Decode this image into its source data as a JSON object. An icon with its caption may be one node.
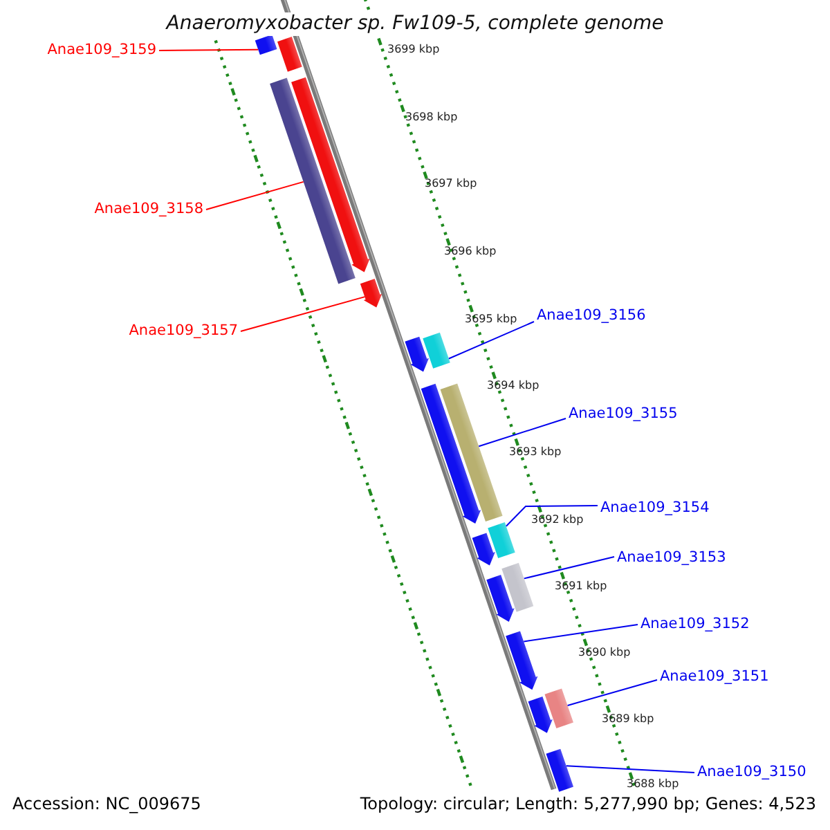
{
  "diagram": {
    "title": "Anaeromyxobacter sp. Fw109-5, complete genome",
    "nodes": [
      {
        "text": [
          "Anae109_3159"
        ]
      },
      {
        "text": [
          "Anae109_3158"
        ]
      },
      {
        "text": [
          "Anae109_3157"
        ]
      },
      {
        "text": [
          "Anae109_3156"
        ]
      },
      {
        "text": [
          "Anae109_3155"
        ]
      },
      {
        "text": [
          "Anae109_3154"
        ]
      },
      {
        "text": [
          "Anae109_3153"
        ]
      },
      {
        "text": [
          "Anae109_3152"
        ]
      },
      {
        "text": [
          "Anae109_3151"
        ]
      },
      {
        "text": [
          "Anae109_3150"
        ]
      },
      {
        "text": [],
        "shape": "bar"
      },
      {
        "text": [],
        "shape": "bar"
      },
      {
        "text": [],
        "shape": "bar"
      },
      {
        "text": [],
        "shape": "arrow"
      },
      {
        "text": [],
        "shape": "arrow"
      },
      {
        "text": [],
        "shape": "arrow"
      },
      {
        "text": [],
        "shape": "bar"
      },
      {
        "text": [],
        "shape": "arrow"
      },
      {
        "text": [],
        "shape": "bar"
      },
      {
        "text": [],
        "shape": "bar"
      },
      {
        "text": [],
        "shape": "arrow"
      },
      {
        "text": [],
        "shape": "bar"
      },
      {
        "text": [],
        "shape": "arrow"
      },
      {
        "text": [],
        "shape": "arrow"
      },
      {
        "text": [],
        "shape": "bar"
      },
      {
        "text": [],
        "shape": "arrow"
      },
      {
        "text": [],
        "shape": "bar"
      }
    ],
    "edges": [
      {
        "from": 0,
        "to": 10,
        "arrow": "none",
        "color": "#ff0000"
      },
      {
        "from": 1,
        "to": 12,
        "arrow": "none",
        "color": "#ff0000"
      },
      {
        "from": 2,
        "to": 14,
        "arrow": "none",
        "color": "#ff0000"
      },
      {
        "from": 3,
        "to": 16,
        "arrow": "none"
      },
      {
        "from": 4,
        "to": 18,
        "arrow": "none"
      },
      {
        "from": 5,
        "to": 19,
        "arrow": "none"
      },
      {
        "from": 6,
        "to": 21,
        "arrow": "none"
      },
      {
        "from": 7,
        "to": 23,
        "arrow": "none"
      },
      {
        "from": 8,
        "to": 24,
        "arrow": "none"
      },
      {
        "from": 9,
        "to": 26,
        "arrow": "none"
      }
    ],
    "labels": [
      "3699 kbp",
      "3698 kbp",
      "3697 kbp",
      "3696 kbp",
      "3695 kbp",
      "3694 kbp",
      "3693 kbp",
      "3692 kbp",
      "3691 kbp",
      "3690 kbp",
      "3689 kbp",
      "3688 kbp",
      "Accession: NC_009675",
      "Topology: circular; Length: 5,277,990 bp; Genes: 4,523"
    ]
  }
}
